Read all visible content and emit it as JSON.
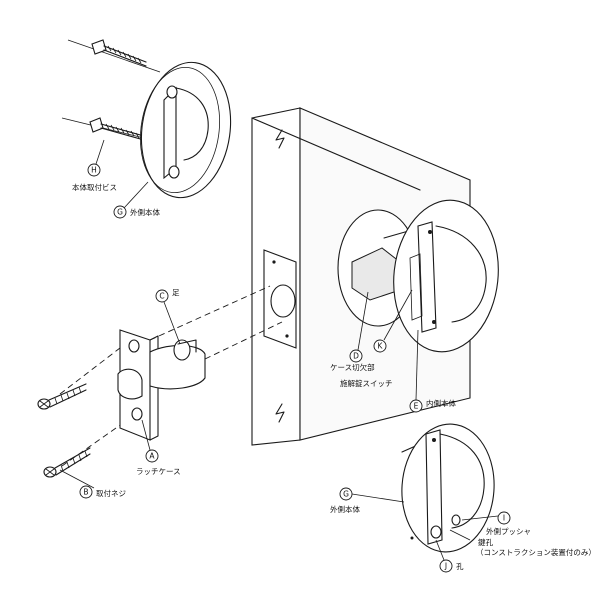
{
  "labels": {
    "H": "本体取付ビス",
    "G_top": "外側本体",
    "C": "足",
    "A": "ラッチケース",
    "B": "取付ネジ",
    "D": "ケース切欠部",
    "K": "施解錠スイッチ",
    "E": "内側本体",
    "G_bottom": "外側本体",
    "I": "外側プッシャ",
    "key_hole": "鍵孔",
    "construction_note": "（コンストラクション装置付のみ）",
    "J": "孔"
  },
  "markers": {
    "H": "H",
    "G_top": "G",
    "C": "C",
    "A": "A",
    "B": "B",
    "D": "D",
    "K": "K",
    "E": "E",
    "G_bottom": "G",
    "I": "I",
    "J": "J"
  }
}
